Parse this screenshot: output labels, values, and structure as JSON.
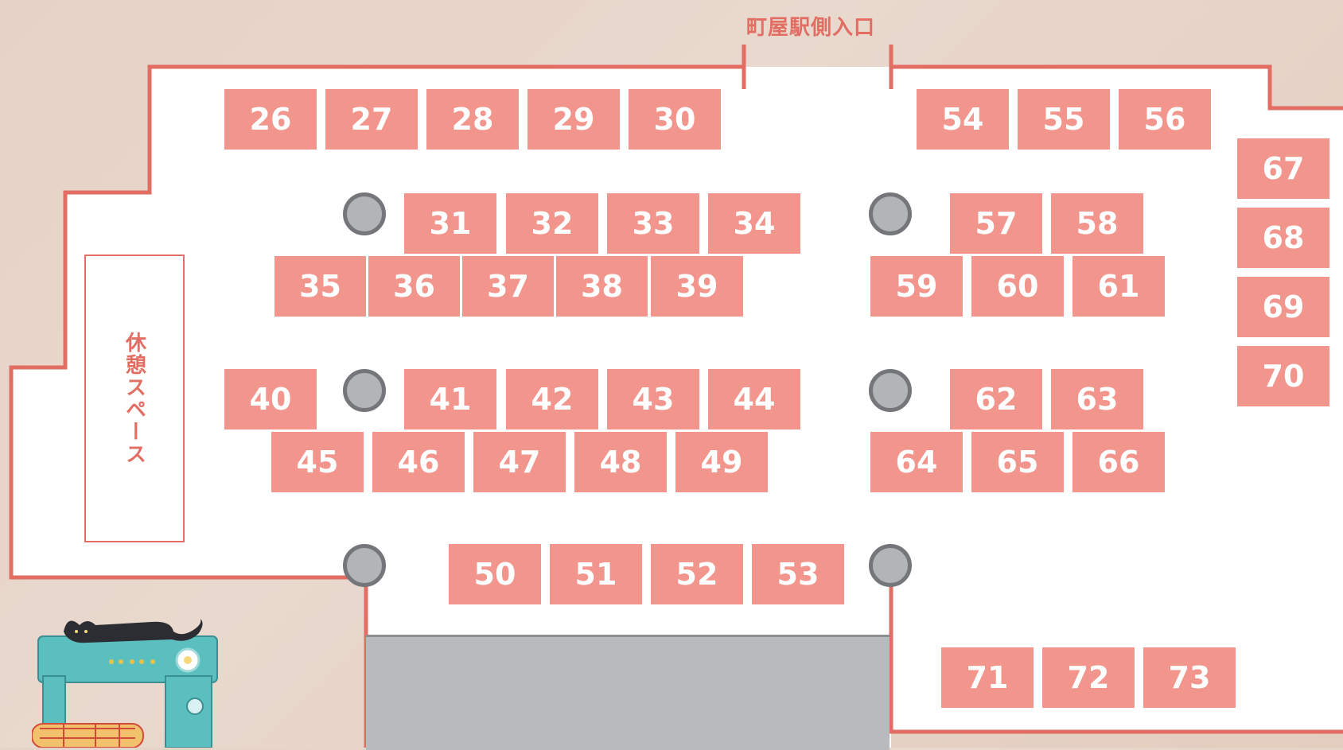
{
  "labels": {
    "entrance": "町屋駅側入口",
    "rest_area": "休憩スペース"
  },
  "colors": {
    "wall": "#e26d62",
    "booth": "#f2958c",
    "floor": "#ffffff",
    "pillar": "#b3b4b8"
  },
  "booths": {
    "row_top_left": [
      "26",
      "27",
      "28",
      "29",
      "30"
    ],
    "row_top_right": [
      "54",
      "55",
      "56"
    ],
    "right_column": [
      "67",
      "68",
      "69",
      "70"
    ],
    "row2_left": [
      "31",
      "32",
      "33",
      "34"
    ],
    "row2_right": [
      "57",
      "58"
    ],
    "row3_left": [
      "35",
      "36",
      "37",
      "38",
      "39"
    ],
    "row3_right": [
      "59",
      "60",
      "61"
    ],
    "row4_left_single": [
      "40"
    ],
    "row4_left": [
      "41",
      "42",
      "43",
      "44"
    ],
    "row4_right": [
      "62",
      "63"
    ],
    "row5_left": [
      "45",
      "46",
      "47",
      "48",
      "49"
    ],
    "row5_right": [
      "64",
      "65",
      "66"
    ],
    "row6": [
      "50",
      "51",
      "52",
      "53"
    ],
    "row_bottom_right": [
      "71",
      "72",
      "73"
    ]
  }
}
